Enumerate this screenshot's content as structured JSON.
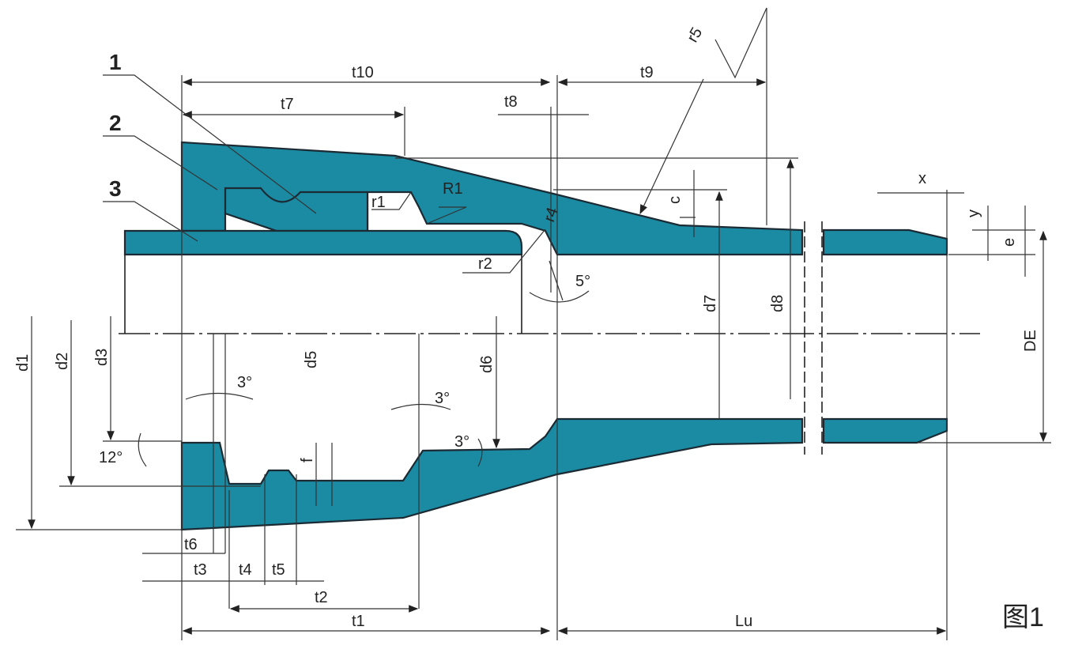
{
  "figure": {
    "caption": "图1",
    "colors": {
      "body": "#1a8ba3",
      "line": "#222222"
    },
    "part_labels": [
      "1",
      "2",
      "3"
    ],
    "dimensions": {
      "t10": "t10",
      "t9": "t9",
      "t7": "t7",
      "t8": "t8",
      "t6": "t6",
      "t3": "t3",
      "t4": "t4",
      "t5": "t5",
      "t2": "t2",
      "t1": "t1",
      "Lu": "Lu",
      "x": "x",
      "y": "y",
      "e": "e",
      "c": "c",
      "f": "f"
    },
    "radii": {
      "r5": "r5",
      "R1": "R1",
      "r1": "r1",
      "r2": "r2",
      "r4": "r4"
    },
    "diameters": {
      "d1": "d1",
      "d2": "d2",
      "d3": "d3",
      "d5": "d5",
      "d6": "d6",
      "d7": "d7",
      "d8": "d8",
      "DE": "DE"
    },
    "angles": {
      "a5": "5°",
      "a3_top": "3°",
      "a3_mid": "3°",
      "a3_low": "3°",
      "a12": "12°"
    }
  }
}
